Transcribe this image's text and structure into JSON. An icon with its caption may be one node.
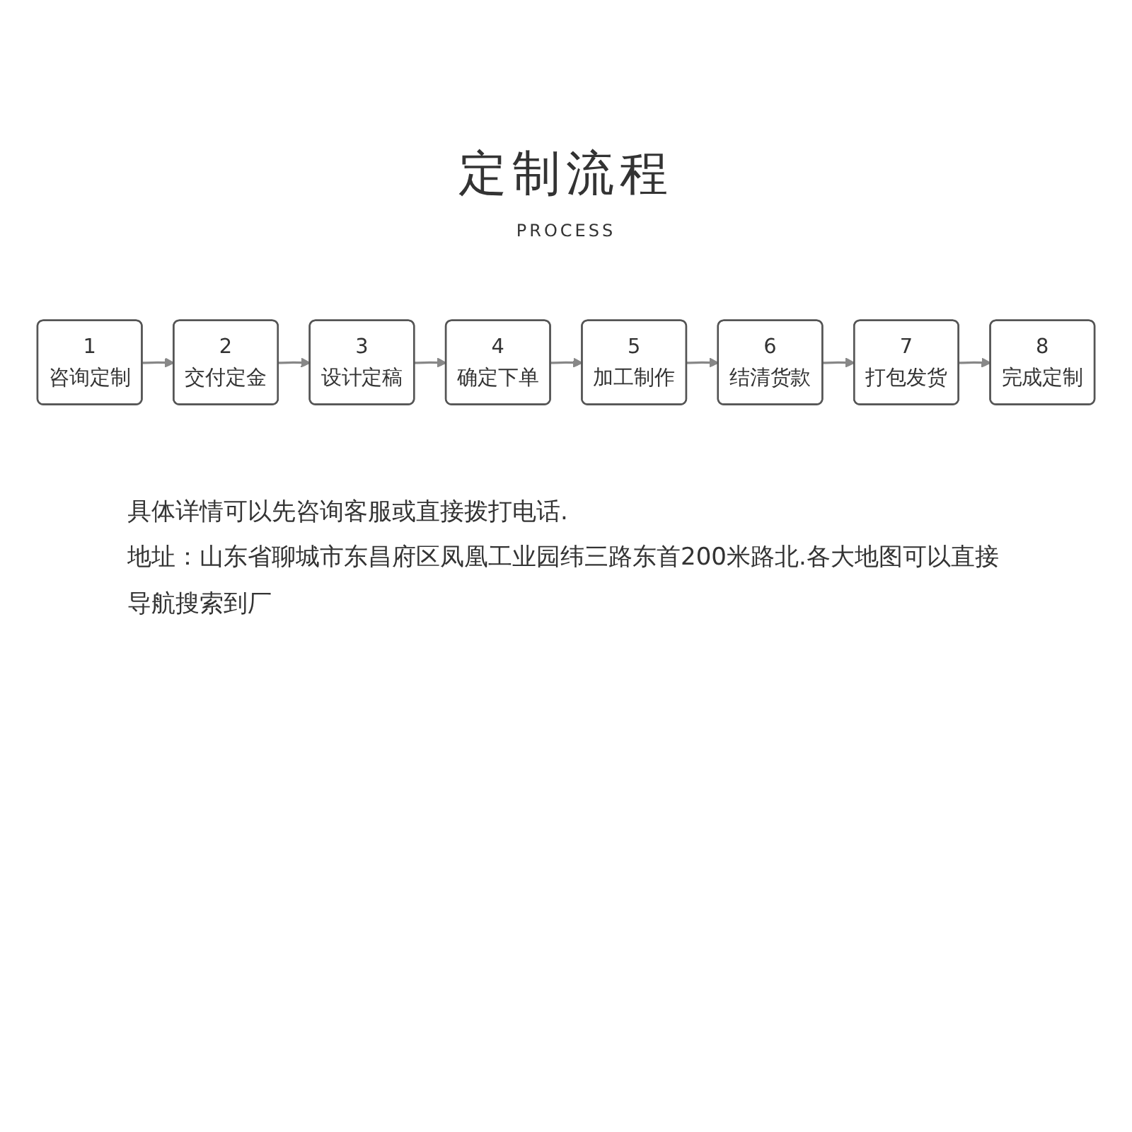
{
  "diagram": {
    "title": "定制流程",
    "nodes": [
      {
        "text": [
          "1",
          "咨询定制"
        ]
      },
      {
        "text": [
          "2",
          "交付定金"
        ]
      },
      {
        "text": [
          "3",
          "设计定稿"
        ]
      },
      {
        "text": [
          "4",
          "确定下单"
        ]
      },
      {
        "text": [
          "5",
          "加工制作"
        ]
      },
      {
        "text": [
          "6",
          "结清货款"
        ]
      },
      {
        "text": [
          "7",
          "打包发货"
        ]
      },
      {
        "text": [
          "8",
          "完成定制"
        ]
      }
    ],
    "edges": [
      {
        "from": 0,
        "to": 1,
        "arrow": "to"
      },
      {
        "from": 1,
        "to": 2,
        "arrow": "to"
      },
      {
        "from": 2,
        "to": 3,
        "arrow": "to"
      },
      {
        "from": 3,
        "to": 4,
        "arrow": "to"
      },
      {
        "from": 4,
        "to": 5,
        "arrow": "to"
      },
      {
        "from": 5,
        "to": 6,
        "arrow": "to"
      },
      {
        "from": 6,
        "to": 7,
        "arrow": "to"
      }
    ],
    "labels": [
      "PROCESS",
      "具体详情可以先咨询客服或直接拨打电话.",
      "地址：山东省聊城市东昌府区凤凰工业园纬三路东首200米路北.各大地图可以直接导航搜索到厂"
    ]
  }
}
